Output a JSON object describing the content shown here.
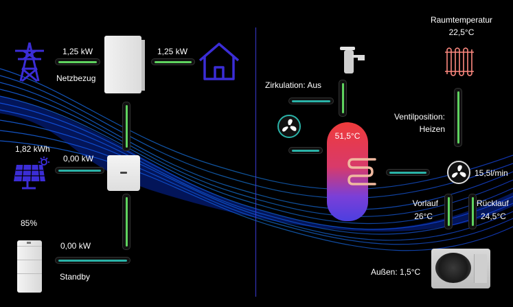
{
  "colors": {
    "line_green": "#5fd35f",
    "line_teal": "#2ab3a8",
    "indigo_icon": "#3b2dd6",
    "divider": "#3a3ad0",
    "tank_top": "#ef3b3b",
    "tank_bottom": "#4c3fe0"
  },
  "energy": {
    "grid": {
      "icon": "power-tower-icon",
      "power": "1,25 kW",
      "label": "Netzbezug"
    },
    "house": {
      "icon": "house-icon",
      "power": "1,25 kW"
    },
    "solar": {
      "icon": "solar-panel-icon",
      "energy": "1,82 kWh",
      "power": "0,00 kW"
    },
    "battery": {
      "icon": "battery-icon",
      "soc": "85%",
      "power": "0,00 kW",
      "state": "Standby"
    }
  },
  "heating": {
    "room": {
      "label": "Raumtemperatur",
      "value": "22,5°C",
      "icon": "radiator-icon"
    },
    "tap": {
      "icon": "faucet-icon"
    },
    "circulation": {
      "label": "Zirkulation: Aus",
      "icon": "fan-icon"
    },
    "tank": {
      "temperature": "51,5°C",
      "icon": "heat-coil-icon"
    },
    "valve": {
      "line1": "Ventilposition:",
      "line2": "Heizen"
    },
    "flow": {
      "value": "15,5l/min",
      "icon": "fan-icon"
    },
    "supply": {
      "label": "Vorlauf",
      "value": "26°C"
    },
    "return": {
      "label": "Rücklauf",
      "value": "24,5°C"
    },
    "outdoor": {
      "label": "Außen: 1,5°C",
      "icon": "heat-pump-icon"
    }
  }
}
